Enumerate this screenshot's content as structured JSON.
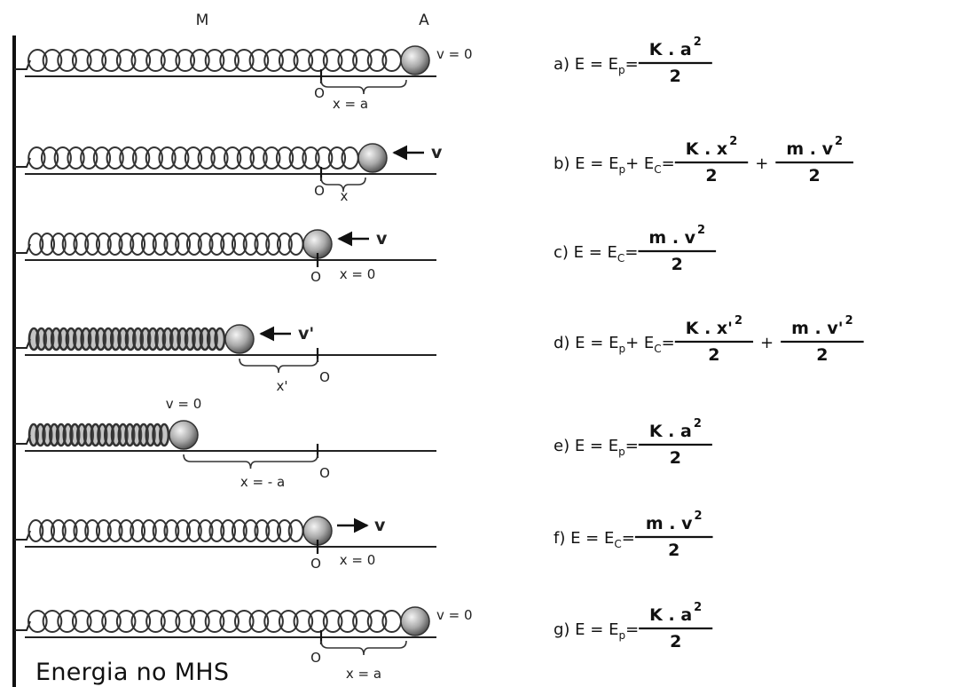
{
  "top_labels": {
    "left": "M",
    "right": "A"
  },
  "title": "Energia no MHS",
  "rows": [
    {
      "id": "a",
      "vel": "v = 0",
      "x_label": "x = a",
      "eq_prefix": "a) E = E",
      "eq_sub": "p",
      "eq_mid": " = ",
      "frac1": {
        "num": "K . a",
        "sup": "2",
        "den": "2"
      }
    },
    {
      "id": "b",
      "vel": "v",
      "x_label": "x",
      "eq_prefix": "b) E = E",
      "eq_sub": "p",
      "eq_mid": " + E",
      "eq_sub2": "C",
      "eq_mid2": " = ",
      "frac1": {
        "num": "K . x",
        "sup": "2",
        "den": "2"
      },
      "plus": "+",
      "frac2": {
        "num": "m . v",
        "sup": "2",
        "den": "2"
      }
    },
    {
      "id": "c",
      "vel": "v",
      "x_label": "x = 0",
      "eq_prefix": "c) E = E",
      "eq_sub": "C",
      "eq_mid": " = ",
      "frac1": {
        "num": "m . v",
        "sup": "2",
        "den": "2"
      }
    },
    {
      "id": "d",
      "vel": "v'",
      "x_label": "x'",
      "eq_prefix": "d) E = E",
      "eq_sub": "p",
      "eq_mid": " + E",
      "eq_sub2": "C",
      "eq_mid2": " = ",
      "frac1": {
        "num": "K . x'",
        "sup": "2",
        "den": "2"
      },
      "plus": "+",
      "frac2": {
        "num": "m . v'",
        "sup": "2",
        "den": "2"
      }
    },
    {
      "id": "e",
      "vel": "v = 0",
      "x_label": "x = - a",
      "eq_prefix": "e) E = E",
      "eq_sub": "p",
      "eq_mid": " = ",
      "frac1": {
        "num": "K . a",
        "sup": "2",
        "den": "2"
      }
    },
    {
      "id": "f",
      "vel": "v",
      "x_label": "x = 0",
      "eq_prefix": "f) E = E",
      "eq_sub": "C",
      "eq_mid": " = ",
      "frac1": {
        "num": "m . v",
        "sup": "2",
        "den": "2"
      }
    },
    {
      "id": "g",
      "vel": "v = 0",
      "x_label": "x = a",
      "eq_prefix": "g) E = E",
      "eq_sub": "p",
      "eq_mid": " = ",
      "frac1": {
        "num": "K . a",
        "sup": "2",
        "den": "2"
      }
    }
  ],
  "origin_label": "O"
}
